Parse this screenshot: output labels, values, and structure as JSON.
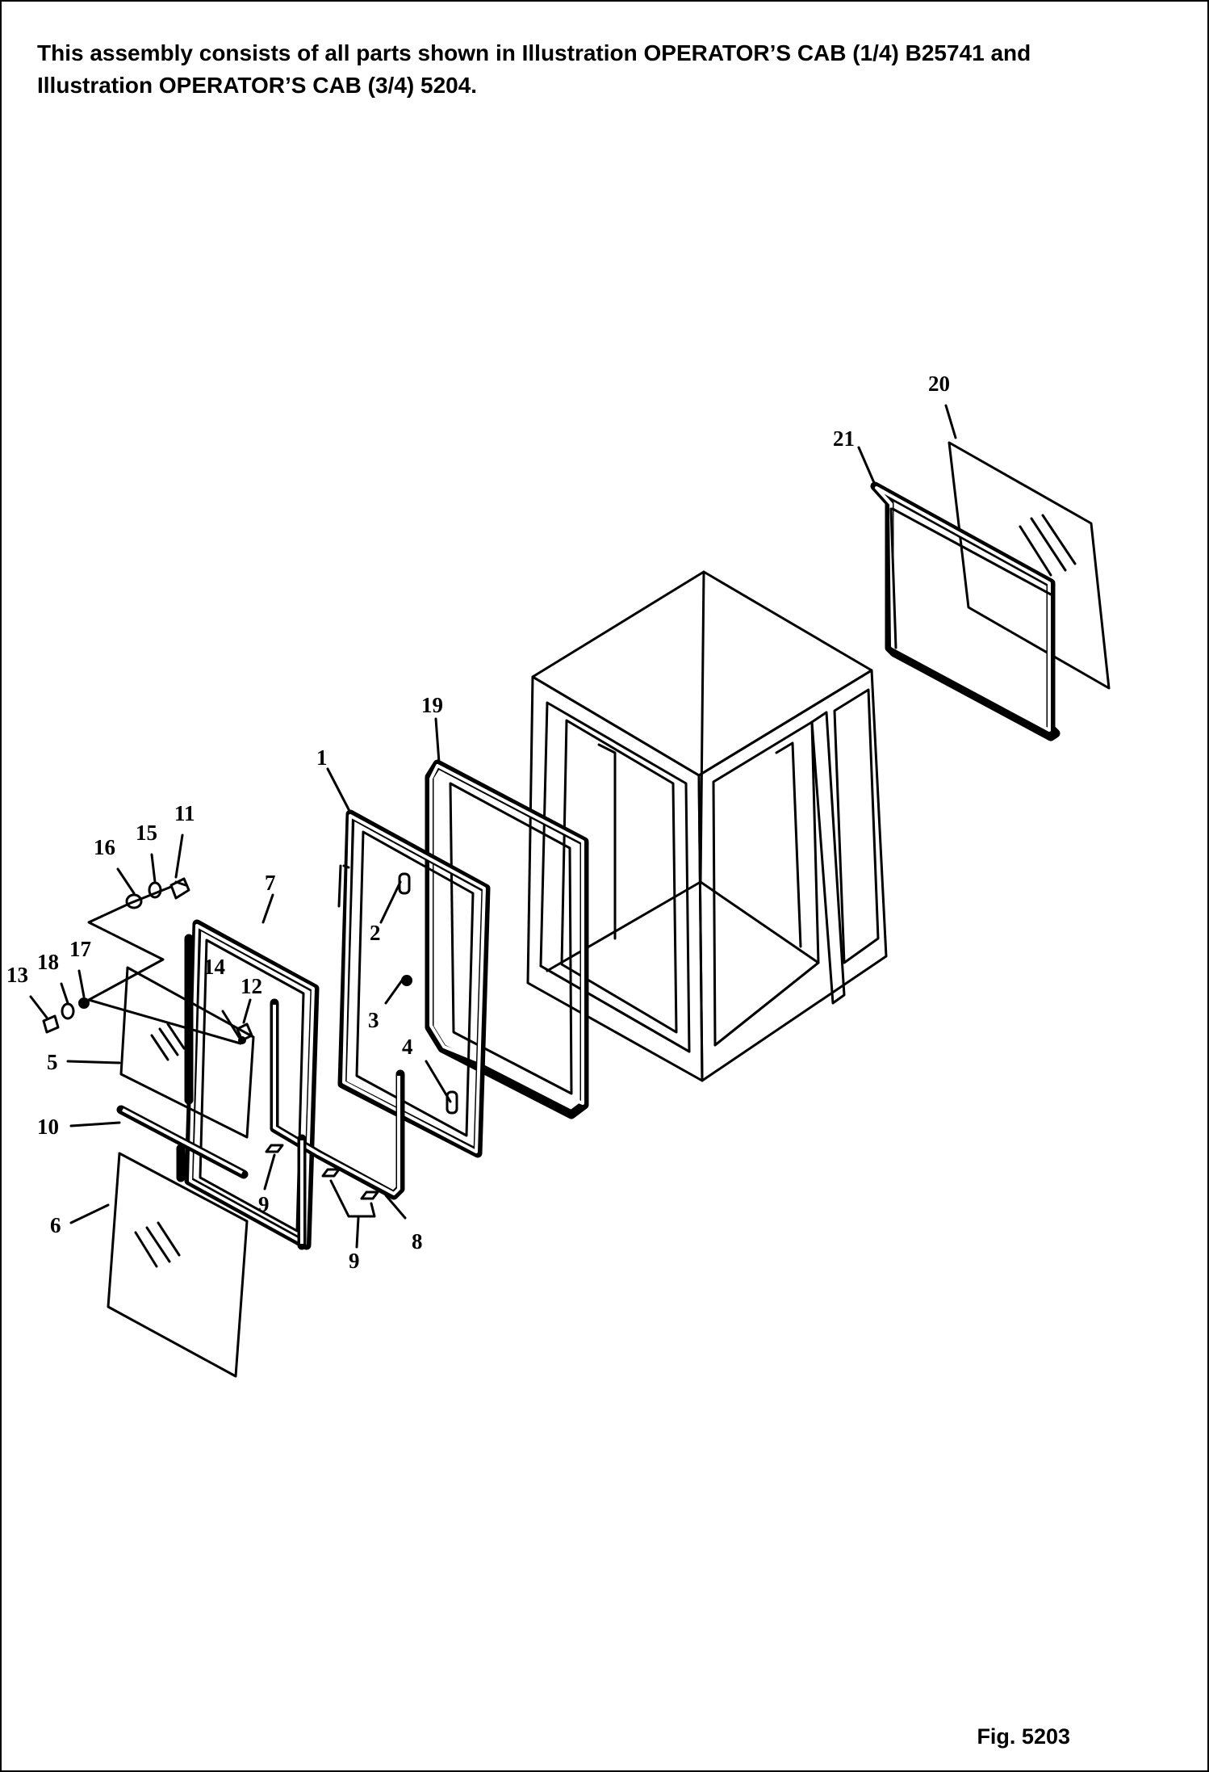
{
  "header": {
    "note_line1": "This assembly consists of all parts shown in Illustration OPERATOR’S CAB (1/4) B25741 and",
    "note_line2": "Illustration OPERATOR’S CAB (3/4) 5204."
  },
  "callouts": [
    "1",
    "2",
    "3",
    "4",
    "5",
    "6",
    "7",
    "8",
    "9",
    "9",
    "10",
    "11",
    "12",
    "13",
    "14",
    "15",
    "16",
    "17",
    "18",
    "19",
    "20",
    "21"
  ],
  "figure": {
    "label": "Fig. 5203"
  }
}
